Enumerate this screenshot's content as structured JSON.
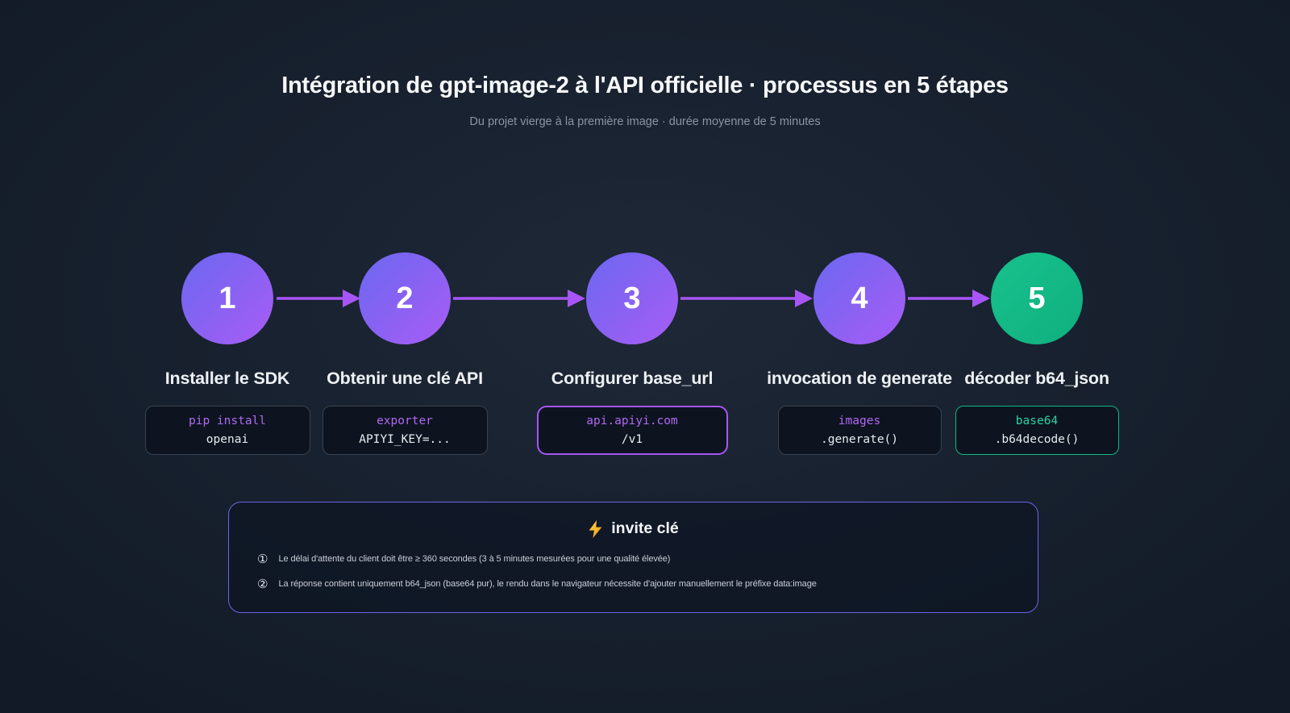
{
  "header": {
    "title": "Intégration de gpt-image-2 à l'API officielle · processus en 5 étapes",
    "subtitle": "Du projet vierge à la première image · durée moyenne de 5 minutes"
  },
  "steps": [
    {
      "number": "1",
      "label": "Installer le SDK",
      "code_line1": "pip install",
      "code_line2": "openai"
    },
    {
      "number": "2",
      "label": "Obtenir une clé API",
      "code_line1": "exporter",
      "code_line2": "APIYI_KEY=..."
    },
    {
      "number": "3",
      "label": "Configurer base_url",
      "code_line1": "api.apiyi.com",
      "code_line2": "/v1"
    },
    {
      "number": "4",
      "label": "invocation de generate",
      "code_line1": "images",
      "code_line2": ".generate()"
    },
    {
      "number": "5",
      "label": "décoder b64_json",
      "code_line1": "base64",
      "code_line2": ".b64decode()"
    }
  ],
  "note_box": {
    "icon": "lightning-icon",
    "title": "invite clé",
    "items": [
      {
        "marker": "①",
        "text": "Le délai d'attente du client doit être ≥ 360 secondes (3 à 5 minutes mesurées pour une qualité élevée)"
      },
      {
        "marker": "②",
        "text": "La réponse contient uniquement b64_json (base64 pur), le rendu dans le navigateur nécessite d'ajouter manuellement le préfixe data:image"
      }
    ]
  },
  "colors": {
    "accent_purple": "#a855f7",
    "accent_green": "#10b981",
    "circle_gradient_start": "#6b68f0",
    "circle_gradient_end": "#a85cf5",
    "background": "#18212f",
    "lightning_yellow": "#fbbf24"
  }
}
